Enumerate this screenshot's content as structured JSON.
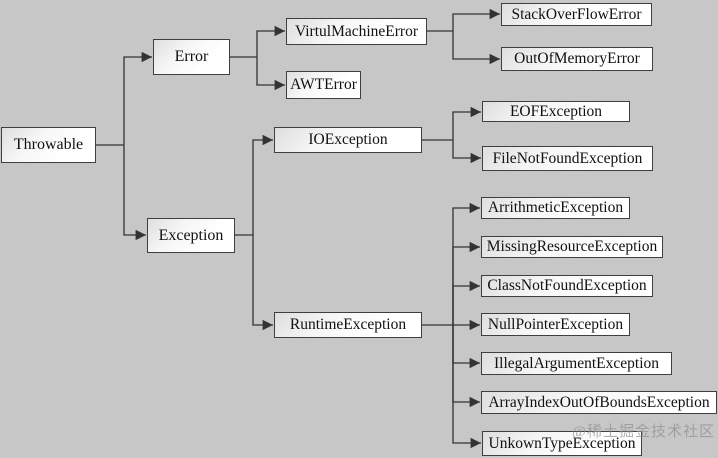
{
  "diagram": {
    "type": "hierarchy",
    "root": "Throwable",
    "nodes": {
      "throwable": "Throwable",
      "error": "Error",
      "exception": "Exception",
      "virtual_machine_error": "VirtulMachineError",
      "awt_error": "AWTError",
      "stack_overflow_error": "StackOverFlowError",
      "out_of_memory_error": "OutOfMemoryError",
      "io_exception": "IOException",
      "eof_exception": "EOFException",
      "file_not_found_exception": "FileNotFoundException",
      "runtime_exception": "RuntimeException",
      "arithmetic_exception": "ArrithmeticException",
      "missing_resource_exception": "MissingResourceException",
      "class_not_found_exception": "ClassNotFoundException",
      "null_pointer_exception": "NullPointerException",
      "illegal_argument_exception": "IllegalArgumentException",
      "array_index_out_of_bounds_exception": "ArrayIndexOutOfBoundsException",
      "unkown_type_exception": "UnkownTypeException"
    },
    "edges": [
      [
        "Throwable",
        "Error"
      ],
      [
        "Throwable",
        "Exception"
      ],
      [
        "Error",
        "VirtulMachineError"
      ],
      [
        "Error",
        "AWTError"
      ],
      [
        "VirtulMachineError",
        "StackOverFlowError"
      ],
      [
        "VirtulMachineError",
        "OutOfMemoryError"
      ],
      [
        "Exception",
        "IOException"
      ],
      [
        "Exception",
        "RuntimeException"
      ],
      [
        "IOException",
        "EOFException"
      ],
      [
        "IOException",
        "FileNotFoundException"
      ],
      [
        "RuntimeException",
        "ArrithmeticException"
      ],
      [
        "RuntimeException",
        "MissingResourceException"
      ],
      [
        "RuntimeException",
        "ClassNotFoundException"
      ],
      [
        "RuntimeException",
        "NullPointerException"
      ],
      [
        "RuntimeException",
        "IllegalArgumentException"
      ],
      [
        "RuntimeException",
        "ArrayIndexOutOfBoundsException"
      ],
      [
        "RuntimeException",
        "UnkownTypeException"
      ]
    ],
    "watermark": "@稀土掘金技术社区",
    "colors": {
      "background": "#c7c7c7",
      "box_border": "#3f3f3f",
      "connector": "#333333",
      "text": "#111111",
      "watermark": "#8f8f8f"
    }
  }
}
